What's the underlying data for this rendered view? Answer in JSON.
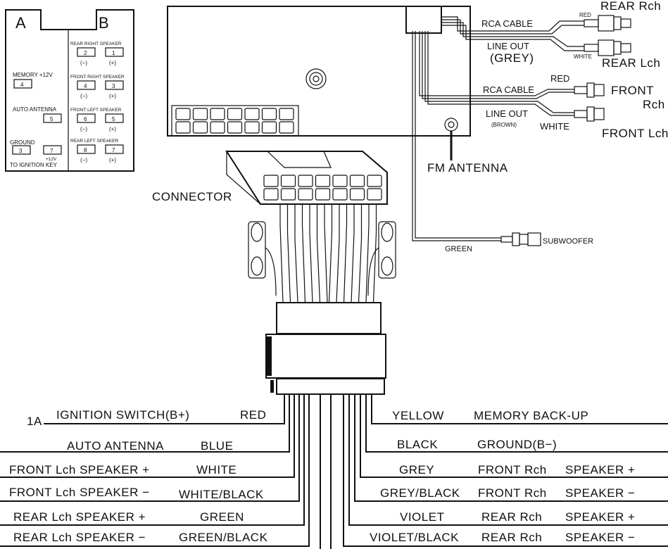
{
  "connector_panel": {
    "label_a": "A",
    "label_b": "B",
    "memory_label": "MEMORY +12V",
    "memory_pin": "4",
    "auto_antenna_label": "AUTO ANTENNA",
    "auto_antenna_pin": "5",
    "ground_label": "GROUND",
    "ground_pin": "3",
    "ignition_plus": "+12V",
    "ignition_pin": "7",
    "ignition_label": "TO IGNITION KEY",
    "speakers": [
      {
        "name": "REAR RIGHT SPEAKER",
        "neg_pin": "2",
        "pos_pin": "1"
      },
      {
        "name": "FRONT RIGHT SPEAKER",
        "neg_pin": "4",
        "pos_pin": "3"
      },
      {
        "name": "FRONT LEFT SPEAKER",
        "neg_pin": "6",
        "pos_pin": "5"
      },
      {
        "name": "REAR LEFT SPEAKER",
        "neg_pin": "8",
        "pos_pin": "7"
      }
    ],
    "neg_symbol": "(−)",
    "pos_symbol": "(+)"
  },
  "rca": {
    "grey": {
      "cable": "RCA CABLE",
      "line_out": "LINE OUT",
      "color": "(GREY)",
      "red": "RED",
      "white": "WHITE",
      "rear_rch": "REAR Rch",
      "rear_lch": "REAR Lch"
    },
    "brown": {
      "cable": "RCA CABLE",
      "line_out": "LINE OUT",
      "color": "(BROWN)",
      "red": "RED",
      "white": "WHITE",
      "front_rch_1": "FRONT",
      "front_rch_2": "Rch",
      "front_lch": "FRONT Lch"
    },
    "fm_antenna": "FM ANTENNA",
    "green": "GREEN",
    "subwoofer": "SUBWOOFER"
  },
  "connector_label": "CONNECTOR",
  "fuse": "1A",
  "left_wires": [
    {
      "function": "IGNITION SWITCH(B+)",
      "color": "RED"
    },
    {
      "function": "AUTO ANTENNA",
      "color": "BLUE"
    },
    {
      "function": "FRONT  Lch  SPEAKER +",
      "color": "WHITE"
    },
    {
      "function": "FRONT  Lch  SPEAKER −",
      "color": "WHITE/BLACK"
    },
    {
      "function": "REAR  Lch  SPEAKER +",
      "color": "GREEN"
    },
    {
      "function": "REAR  Lch  SPEAKER −",
      "color": "GREEN/BLACK"
    }
  ],
  "right_wires": [
    {
      "color": "YELLOW",
      "function": "MEMORY BACK-UP"
    },
    {
      "color": "BLACK",
      "function": "GROUND(B−)"
    },
    {
      "color": "GREY",
      "ch": "FRONT Rch",
      "function": "SPEAKER +"
    },
    {
      "color": "GREY/BLACK",
      "ch": "FRONT Rch",
      "function": "SPEAKER −"
    },
    {
      "color": "VIOLET",
      "ch": "REAR Rch",
      "function": "SPEAKER +"
    },
    {
      "color": "VIOLET/BLACK",
      "ch": "REAR Rch",
      "function": "SPEAKER −"
    }
  ]
}
